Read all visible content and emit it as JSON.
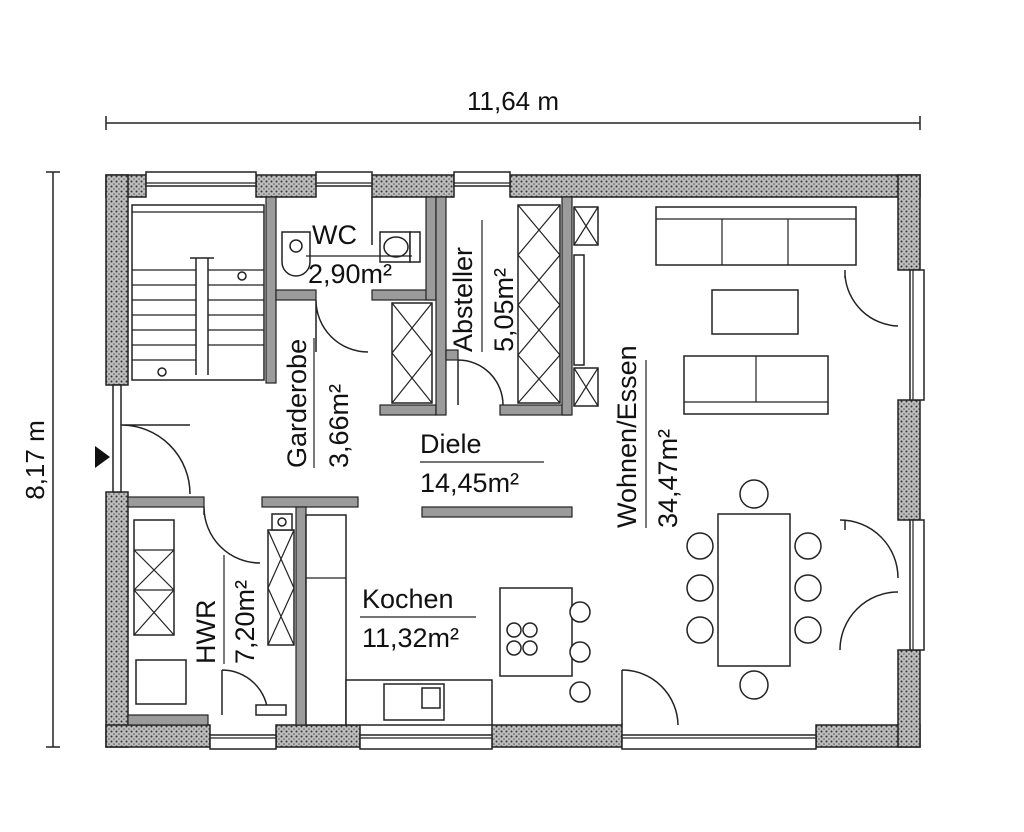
{
  "dimensions": {
    "width": "11,64 m",
    "height": "8,17 m"
  },
  "rooms": {
    "wc": {
      "name": "WC",
      "area": "2,90m²"
    },
    "abstell": {
      "name": "Absteller",
      "area": "5,05m²"
    },
    "garderobe": {
      "name": "Garderobe",
      "area": "3,66m²"
    },
    "diele": {
      "name": "Diele",
      "area": "14,45m²"
    },
    "wohnen": {
      "name": "Wohnen/Essen",
      "area": "34,47m²"
    },
    "hwr": {
      "name": "HWR",
      "area": "7,20m²"
    },
    "kochen": {
      "name": "Kochen",
      "area": "11,32m²"
    }
  },
  "colors": {
    "wall": "#9b9b9b",
    "line": "#222222",
    "background": "#ffffff"
  }
}
